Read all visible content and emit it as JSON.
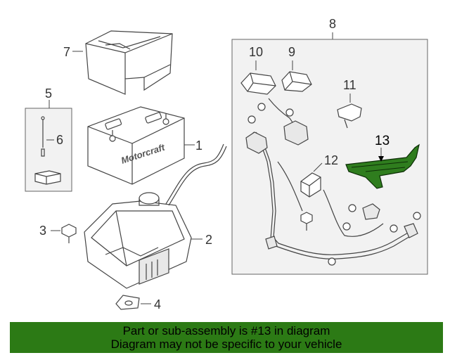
{
  "callouts": {
    "c1": "1",
    "c2": "2",
    "c3": "3",
    "c4": "4",
    "c5": "5",
    "c6": "6",
    "c7": "7",
    "c8": "8",
    "c9": "9",
    "c10": "10",
    "c11": "11",
    "c12": "12",
    "c13": "13"
  },
  "battery_brand": "Motorcraft",
  "highlight_color": "#2f7d1e",
  "banner": {
    "line1": "Part or sub-assembly is #13 in diagram",
    "line2": "Diagram may not be specific to your vehicle",
    "color": "#2c7a15"
  }
}
